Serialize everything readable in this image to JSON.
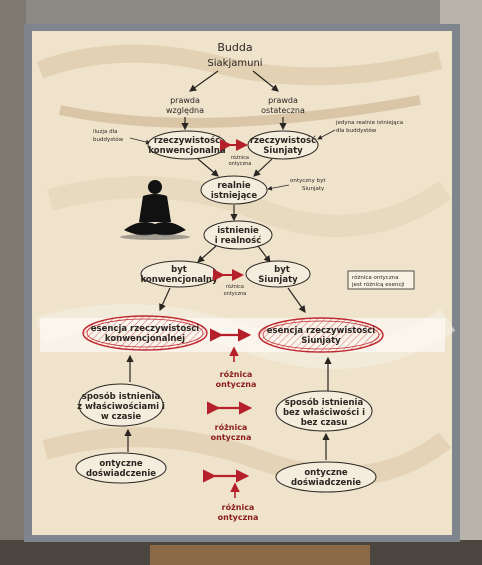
{
  "nodes": {
    "root_line1": "Budda",
    "root_line2": "Siakjamuni",
    "truth_relative_1": "prawda",
    "truth_relative_2": "względna",
    "truth_ultimate_1": "prawda",
    "truth_ultimate_2": "ostateczna",
    "conv_real_1": "rzeczywistość",
    "conv_real_2": "konwencjonalna",
    "empty_real_1": "rzeczywistość",
    "empty_real_2": "Siunjaty",
    "real_1": "realnie",
    "real_2": "istniejące",
    "exist_1": "istnienie",
    "exist_2": "i realność",
    "being_conv_1": "byt",
    "being_conv_2": "konwencjonalny",
    "being_empty_1": "byt",
    "being_empty_2": "Siunjaty",
    "essence_conv_1": "esencja rzeczywistości",
    "essence_conv_2": "konwencjonalnej",
    "essence_empty_1": "esencja rzeczywistości",
    "essence_empty_2": "Siunjaty",
    "mode_conv_1": "sposób istnienia",
    "mode_conv_2": "z właściwościami i",
    "mode_conv_3": "w czasie",
    "mode_empty_1": "sposób istnienia",
    "mode_empty_2": "bez właściwości i",
    "mode_empty_3": "bez czasu",
    "exp_conv_1": "ontyczne",
    "exp_conv_2": "doświadczenie",
    "exp_empty_1": "ontyczne",
    "exp_empty_2": "doświadczenie"
  },
  "annotations": {
    "iluzja_1": "iluzja dla",
    "iluzja_2": "buddystów",
    "jedyna_1": "jedyna realnie istniejąca",
    "jedyna_2": "dla buddystów",
    "ontyczny_1": "ontyczny byt",
    "ontyczny_2": "Siunjaty",
    "box_1": "różnica ontyczna",
    "box_2": "jest różnicą esencji",
    "diff_small_1_a": "różnica",
    "diff_small_1_b": "ontyczna",
    "diff_small_2_a": "różnica",
    "diff_small_2_b": "ontyczna",
    "diff_big_1_a": "różnica",
    "diff_big_1_b": "ontyczna",
    "diff_big_2_a": "różnica",
    "diff_big_2_b": "ontyczna",
    "diff_big_3_a": "różnica",
    "diff_big_3_b": "ontyczna"
  },
  "colors": {
    "board": "#efe3cc",
    "frame": "#8a8f95",
    "ink": "#2a2622",
    "red": "#b5202a",
    "wall": "#6f6a62"
  }
}
